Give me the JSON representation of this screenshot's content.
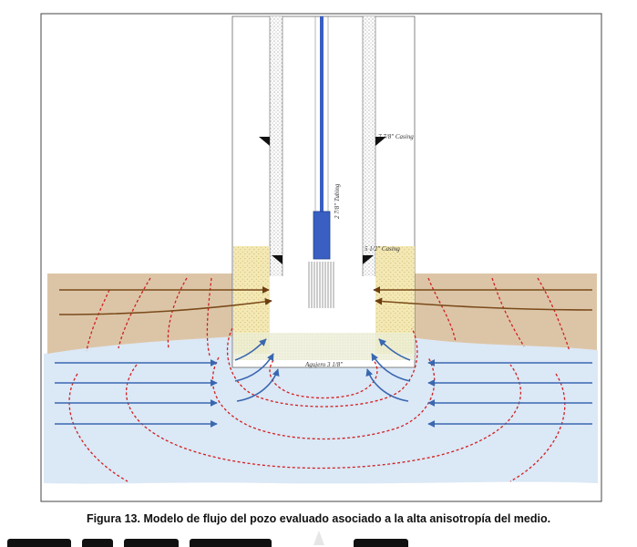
{
  "figure": {
    "caption": "Figura 13. Modelo de flujo del pozo evaluado asociado a la alta anisotropía del medio."
  },
  "labels": {
    "casing_upper": "7 7/8\" Casing",
    "tubing": "2 7/8\" Tubing",
    "casing_lower": "5 1/2\" Casing",
    "openhole": "Agujero 3 1/8\""
  },
  "colors": {
    "formation_upper": "#dcc4a6",
    "formation_lower": "#ddeaf7",
    "brown_arrow": "#7a4a1a",
    "blue_arrow": "#3a67b0",
    "red_streamline": "#d11f1f",
    "tubing": "#3a5fc2",
    "casing_hatch": "#c9c9c9",
    "gravel_pack": "#f2e6a8"
  }
}
